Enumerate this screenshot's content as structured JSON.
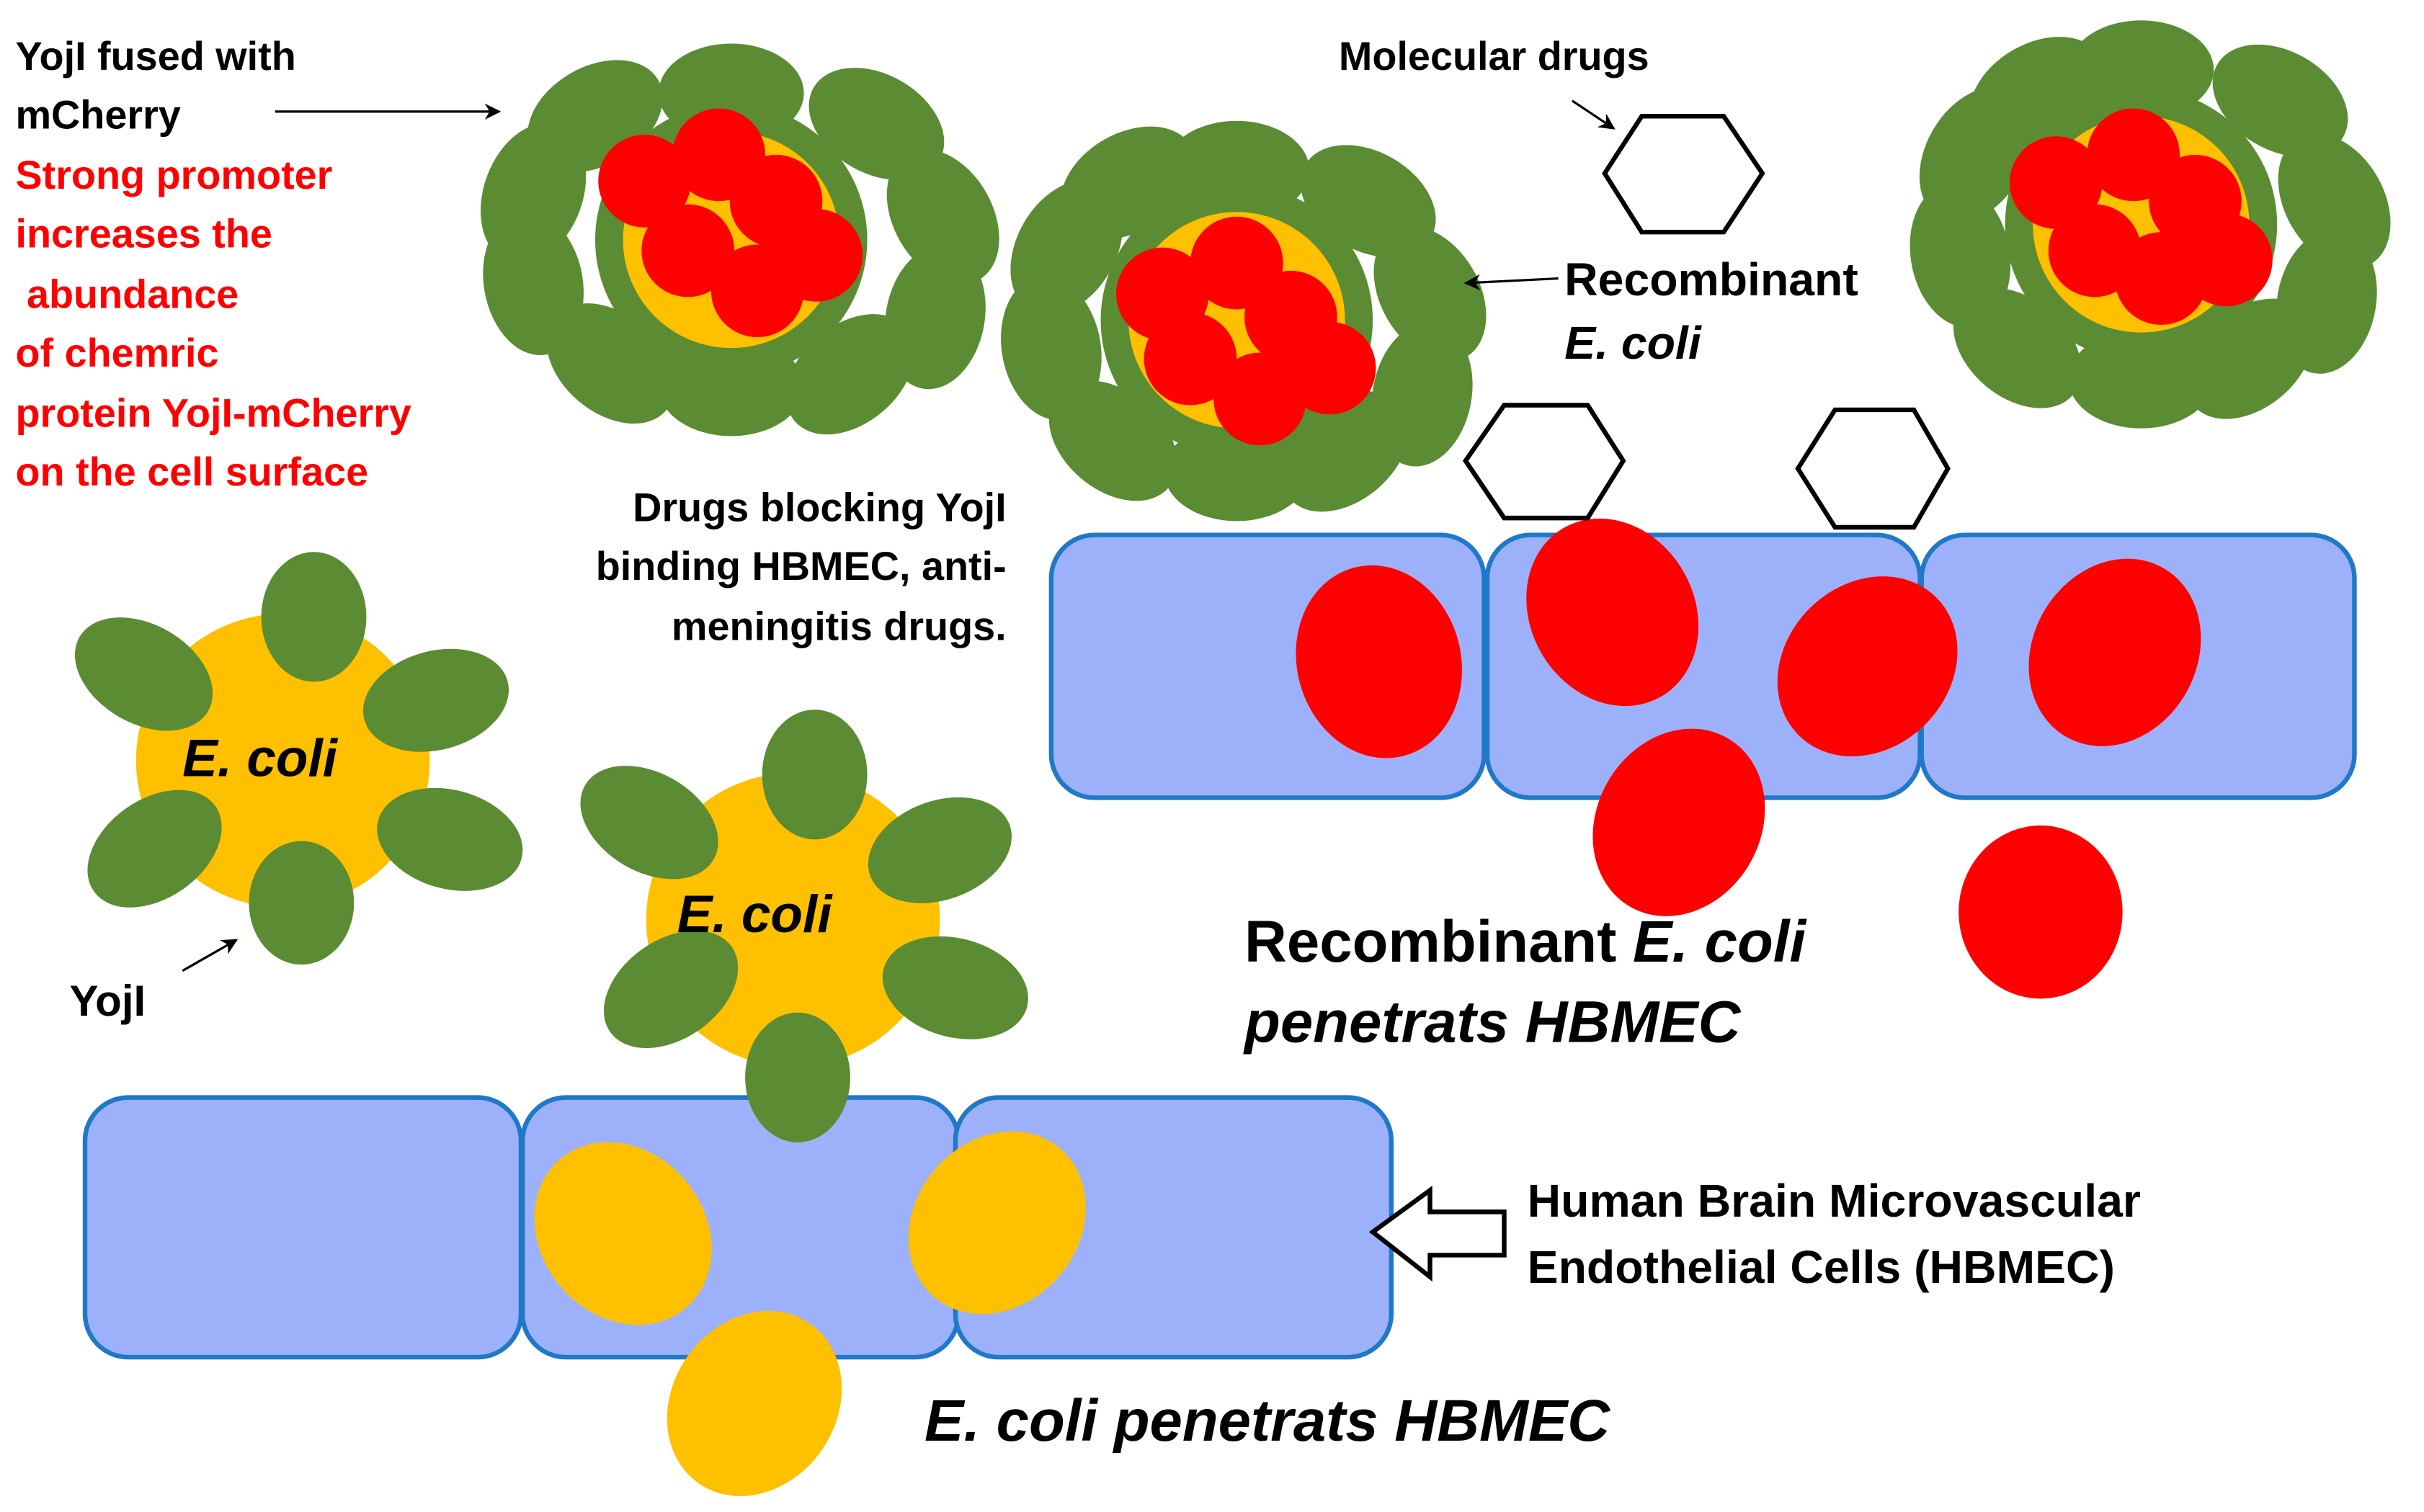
{
  "labels": {
    "yojl_fused_1": "YojI  fused with",
    "yojl_fused_2": "mCherry",
    "promoter_1": "Strong  promoter",
    "promoter_2": "increases  the",
    "promoter_3": " abundance",
    "promoter_4": "of chemric",
    "promoter_5": "protein YojI-mCherry",
    "promoter_6": "on the cell surface",
    "molecular_drugs": "Molecular drugs",
    "recombinant_1": "Recombinant",
    "recombinant_2": "E. coli",
    "drugs_blocking_1": "Drugs blocking YojI",
    "drugs_blocking_2": "binding HBMEC, anti-",
    "drugs_blocking_3": "meningitis drugs.",
    "ecoli_cell_1": "E. coli",
    "ecoli_cell_2": "E. coli",
    "yojl": "YojI",
    "recomb_penetrates_1a": "Recombinant ",
    "recomb_penetrates_1b": "E. coli",
    "recomb_penetrates_2": "penetrats HBMEC",
    "hbmec_1": "Human Brain Microvascular",
    "hbmec_2": "Endothelial Cells (HBMEC)",
    "ecoli_penetrates": "E. coli penetrats HBMEC"
  },
  "colors": {
    "green": "#5b8c33",
    "red": "#ff0000",
    "orange": "#ffc000",
    "cell_fill": "#9db1fb",
    "cell_stroke": "#1f78c8"
  },
  "icons": [
    "hexagon-drug-icon",
    "block-arrow-left-icon",
    "thin-arrow-icon"
  ]
}
